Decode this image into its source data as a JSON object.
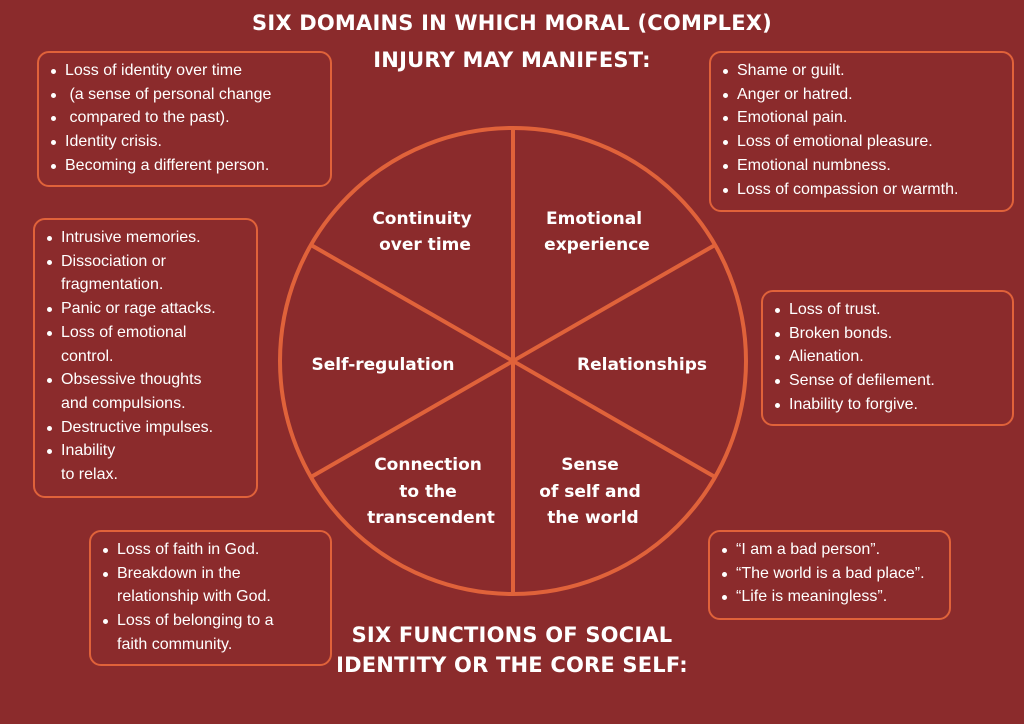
{
  "title_top": [
    "SIX DOMAINS IN WHICH MORAL (COMPLEX)",
    "INJURY MAY MANIFEST:"
  ],
  "title_bottom": [
    "SIX FUNCTIONS OF SOCIAL",
    "IDENTITY OR THE CORE SELF:"
  ],
  "segments": {
    "continuity": [
      "Continuity",
      "over time"
    ],
    "emotional": [
      "Emotional",
      "experience"
    ],
    "relationships": [
      "Relationships"
    ],
    "sense": [
      "Sense",
      "of self and",
      "the world"
    ],
    "transcendent": [
      "Connection",
      "to the",
      "transcendent"
    ],
    "selfreg": [
      "Self-regulation"
    ]
  },
  "boxes": {
    "continuity": [
      "Loss of identity over time",
      " (a sense of personal change",
      " compared to the past).",
      "Identity crisis.",
      "Becoming a different person."
    ],
    "emotional": [
      "Shame or guilt.",
      "Anger or hatred.",
      "Emotional pain.",
      "Loss of emotional pleasure.",
      "Emotional numbness.",
      "Loss of compassion or warmth."
    ],
    "selfreg": [
      "Intrusive memories.",
      "Dissociation or\nfragmentation.",
      "Panic or rage attacks.",
      "Loss of emotional\ncontrol.",
      "Obsessive thoughts\nand compulsions.",
      "Destructive impulses.",
      "Inability\nto relax."
    ],
    "relationships": [
      "Loss of trust.",
      "Broken bonds.",
      "Alienation.",
      "Sense of defilement.",
      "Inability to forgive."
    ],
    "transcendent": [
      "Loss of faith in God.",
      "Breakdown in the\nrelationship with God.",
      "Loss of belonging to a\nfaith community."
    ],
    "sense": [
      "“I am a bad person”.",
      "“The world is a bad place”.",
      "“Life is meaningless”."
    ]
  },
  "colors": {
    "background": "#8b2b2c",
    "accent": "#e0623a",
    "text": "#ffffff"
  }
}
